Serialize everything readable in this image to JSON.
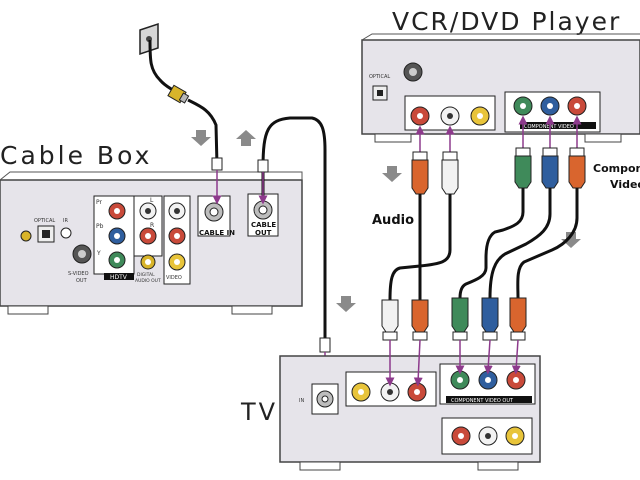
{
  "labels": {
    "vcr_title": "VCR/DVD Player",
    "cable_title": "Cable Box",
    "tv_title": "TV",
    "audio": "Audio",
    "component_line1": "Compon",
    "component_line2": "Video",
    "cable_in": "CABLE IN",
    "cable_out_1": "CABLE",
    "cable_out_2": "OUT",
    "hdtv": "HDTV",
    "optical": "OPTICAL",
    "svideo": "S-VIDEO",
    "out": "OUT",
    "ir": "IR",
    "pr": "Pr",
    "pb": "Pb",
    "y": "Y",
    "l": "L",
    "r": "R",
    "digital_audio": "DIGITAL",
    "audio_out": "AUDIO OUT",
    "video_out": "VIDEO",
    "tv_component_bar": "COMPONENT VIDEO OUT",
    "tv_in": "IN",
    "vcr_component_bar": "COMPONENT VIDEO",
    "vcr_optical": "OPTICAL"
  },
  "colors": {
    "panel": "#e6e4ea",
    "panel_edge": "#444444",
    "red": "#c94a3a",
    "green": "#3f8a5a",
    "blue": "#2f5e9e",
    "orange": "#d9652e",
    "white_jack": "#f2f2f2",
    "yellow": "#e8c43a",
    "arrow": "#8a8a8a",
    "purple_arrow": "#8d3a8c"
  },
  "icons": [
    "wall-outlet-icon",
    "coax-plug-icon",
    "rca-plug-icon",
    "flow-arrow-icon",
    "connection-arrow-icon"
  ]
}
